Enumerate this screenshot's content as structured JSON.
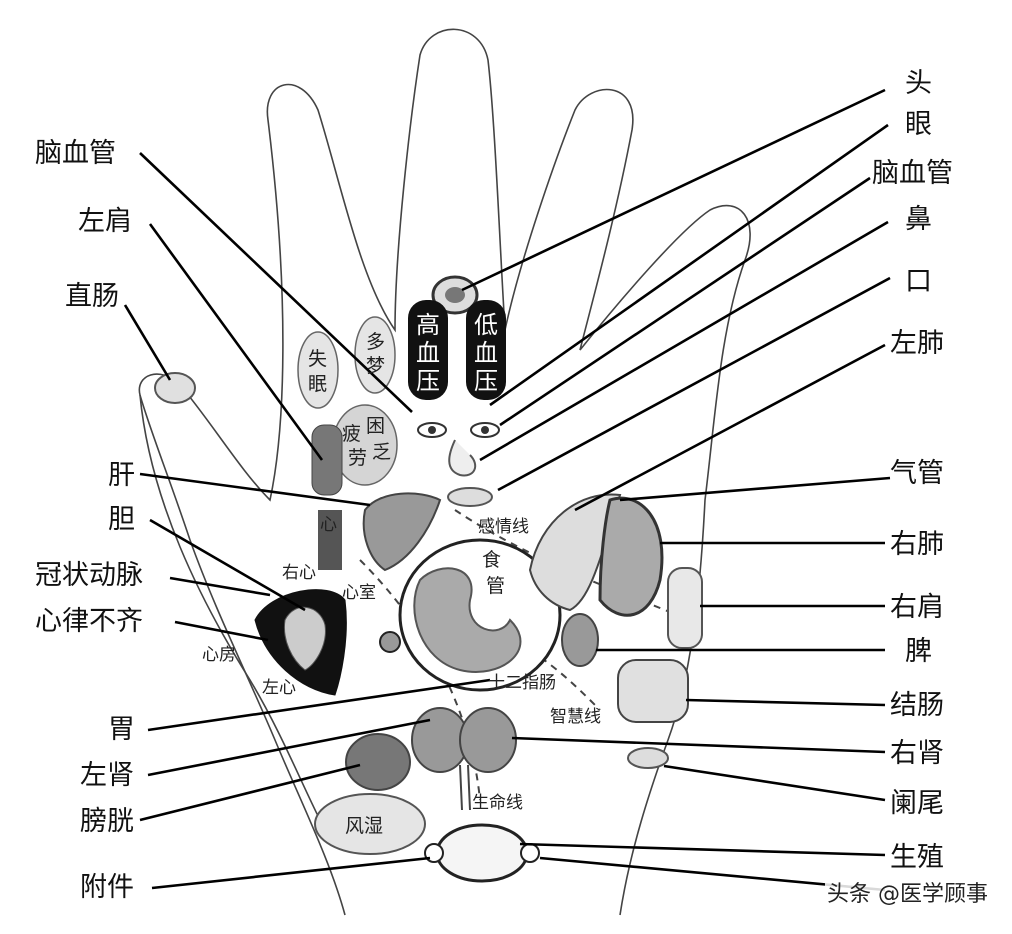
{
  "left_labels": {
    "brain_vessel": "脑血管",
    "left_shoulder": "左肩",
    "rectum": "直肠",
    "liver": "肝",
    "gallbladder": "胆",
    "coronary": "冠状动脉",
    "arrhythmia": "心律不齐",
    "stomach": "胃",
    "left_kidney": "左肾",
    "bladder": "膀胱",
    "adnexa": "附件"
  },
  "right_labels": {
    "head": "头",
    "eye": "眼",
    "brain_vessel": "脑血管",
    "nose": "鼻",
    "mouth": "口",
    "left_lung": "左肺",
    "trachea": "气管",
    "right_lung": "右肺",
    "right_shoulder": "右肩",
    "spleen": "脾",
    "colon": "结肠",
    "right_kidney": "右肾",
    "appendix": "阑尾",
    "reproductive": "生殖"
  },
  "inner_labels": {
    "high_bp": [
      "高",
      "血",
      "压"
    ],
    "low_bp": [
      "低",
      "血",
      "压"
    ],
    "dreams": [
      "多",
      "梦"
    ],
    "insomnia": [
      "失",
      "眠"
    ],
    "fatigue": [
      "疲",
      "困",
      "劳",
      "乏"
    ],
    "emotion_line": "感情线",
    "right_heart": "右心",
    "ventricle": "心室",
    "atrium": "心房",
    "left_heart": "左心",
    "esophagus": [
      "食",
      "管"
    ],
    "duodenum": "十二指肠",
    "wisdom_line": "智慧线",
    "life_line": "生命线",
    "rheumatism": "风湿",
    "heart_small": "心"
  },
  "watermark": "头条 @医学顾事",
  "colors": {
    "bp_box": "#111111",
    "ink": "#111111"
  }
}
